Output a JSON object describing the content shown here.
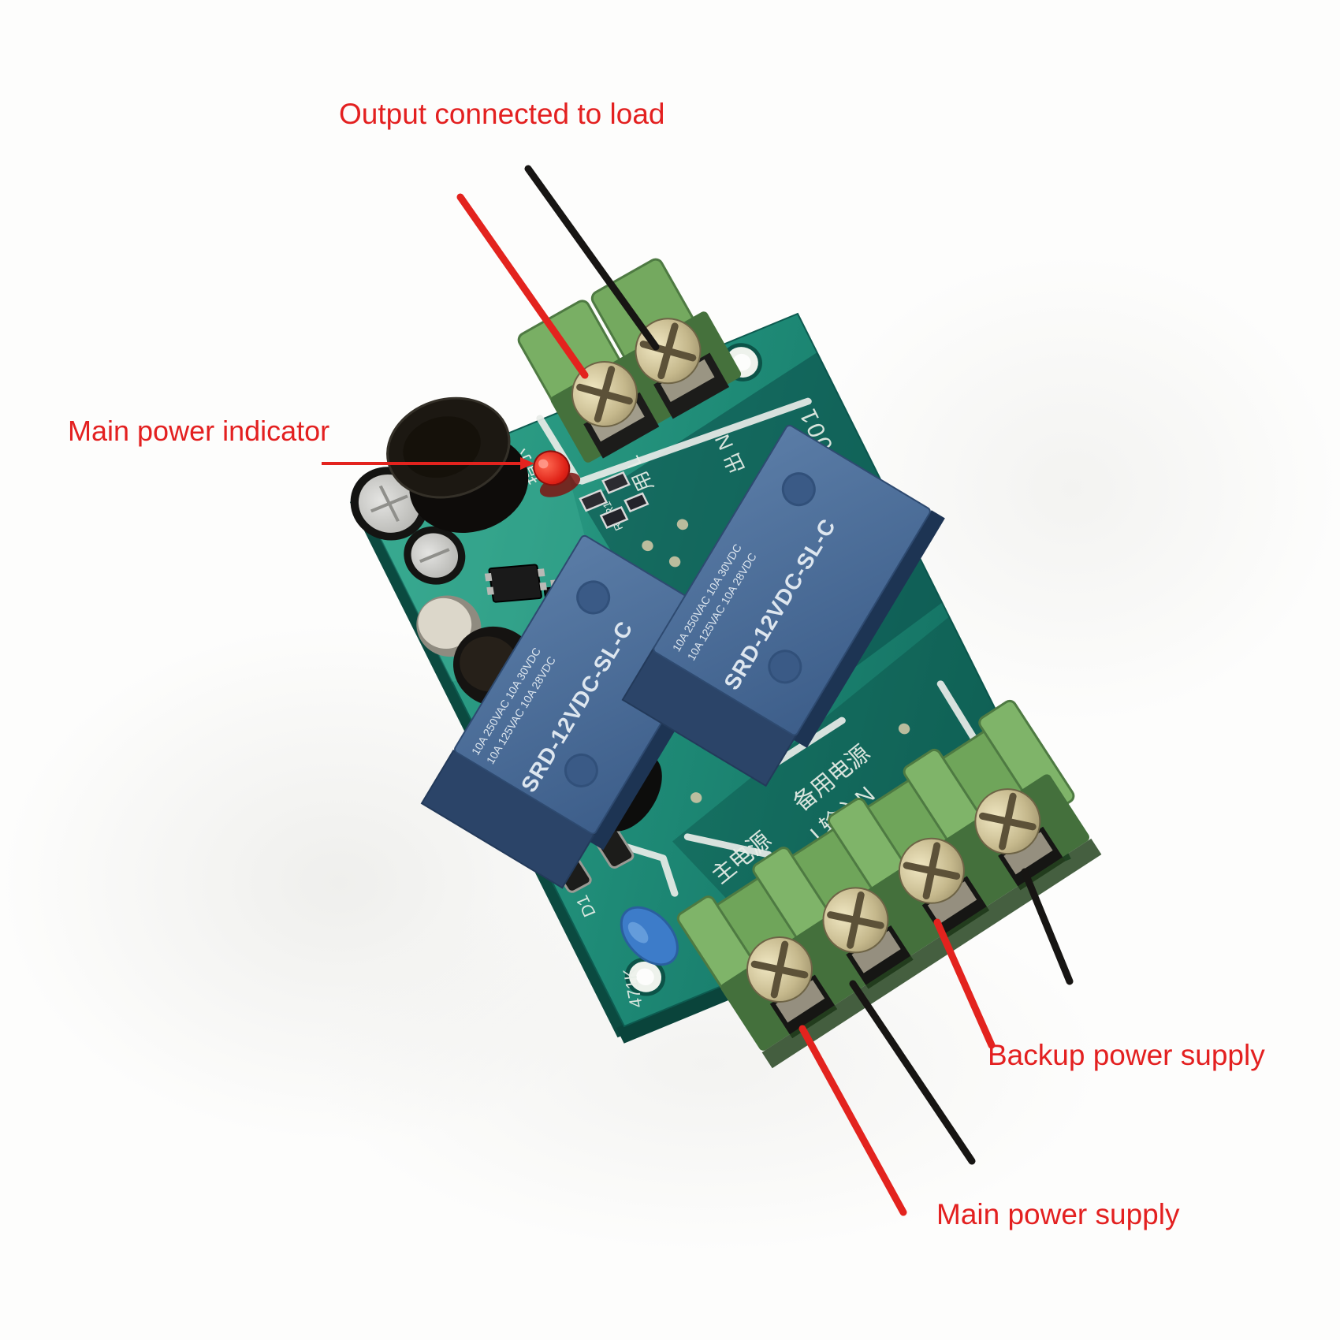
{
  "annotations": {
    "output_load": "Output connected to load",
    "main_indicator": "Main power indicator",
    "backup_supply": "Backup power supply",
    "main_supply": "Main power supply"
  },
  "board": {
    "model_silkscreen": "X-001",
    "top_terminal": {
      "left_mark": "用 L",
      "right_mark": "出 N"
    },
    "indicator_silkscreen": "指示",
    "relays": {
      "model": "SRD-12VDC-SL-C",
      "rating_line1": "10A 250VAC  10A 30VDC",
      "rating_line2": "10A 125VAC  10A 28VDC"
    },
    "bottom_terminal": {
      "backup_group_line1": "备用电源",
      "backup_group_line2": "L输入N",
      "main_group_line1": "主电源",
      "main_group_line2": "L输入N"
    },
    "component_marks": {
      "d1": "D1",
      "varistor": "471K",
      "resistors": "R4 R1"
    }
  },
  "colors": {
    "callout_red": "#e32020",
    "pcb_teal": "#1f8a78",
    "relay_blue": "#46648f",
    "terminal_green": "#7ab164",
    "wire_red": "#e3231e",
    "wire_black": "#171513"
  }
}
